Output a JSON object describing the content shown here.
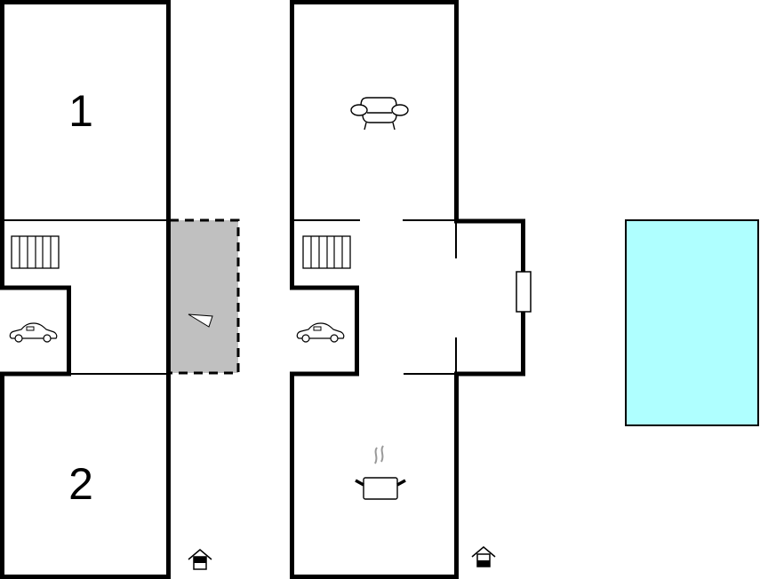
{
  "diagram": {
    "type": "floor-plan",
    "colors": {
      "wall": "#000000",
      "background": "#ffffff",
      "terrace": "#c0c0c0",
      "pool": "#afffff",
      "steam": "#999999"
    },
    "upper_floor": {
      "rooms": [
        {
          "id": "bedroom-1",
          "label": "1"
        },
        {
          "id": "bedroom-2",
          "label": "2"
        }
      ],
      "icons": [
        "stairs-icon",
        "car-icon",
        "terrace-area",
        "sun-angle-icon",
        "upper-floor-indicator-icon"
      ]
    },
    "ground_floor": {
      "rooms": [
        {
          "id": "living-room",
          "icon": "sofa-icon"
        },
        {
          "id": "kitchen",
          "icon": "cooking-pot-icon"
        },
        {
          "id": "entrance-hall"
        },
        {
          "id": "annex"
        }
      ],
      "icons": [
        "stairs-icon",
        "car-icon",
        "door-icon",
        "ground-floor-indicator-icon"
      ]
    },
    "pool": {
      "id": "swimming-pool"
    }
  }
}
